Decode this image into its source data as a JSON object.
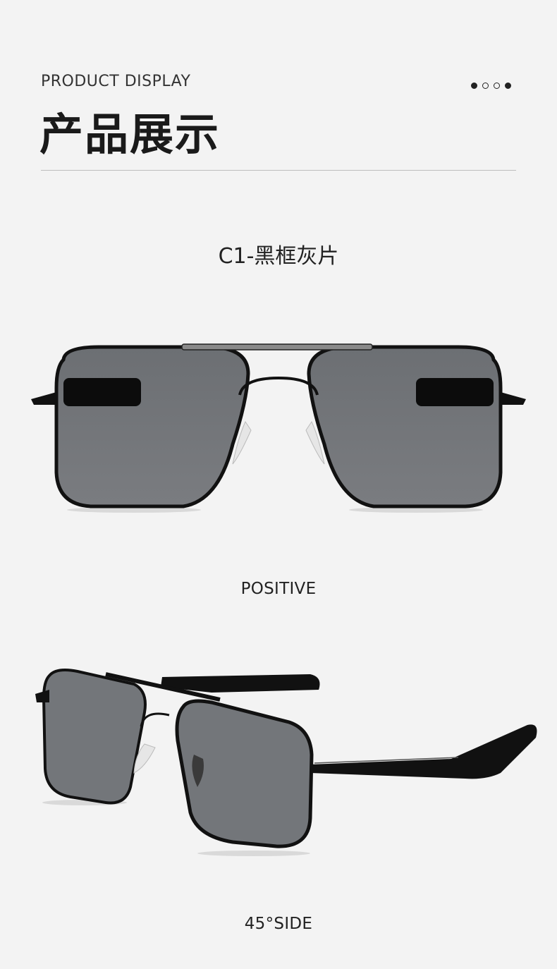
{
  "header": {
    "subtitle_en": "PRODUCT DISPLAY",
    "title_cn": "产品展示",
    "pager_dots": [
      "filled",
      "empty",
      "empty",
      "filled"
    ]
  },
  "product": {
    "variant_label": "C1-黑框灰片"
  },
  "views": {
    "front_caption": "POSITIVE",
    "side_caption": "45°SIDE"
  },
  "colors": {
    "background": "#f3f3f3",
    "frame": "#111111",
    "lens": "#727478",
    "text": "#222222"
  }
}
